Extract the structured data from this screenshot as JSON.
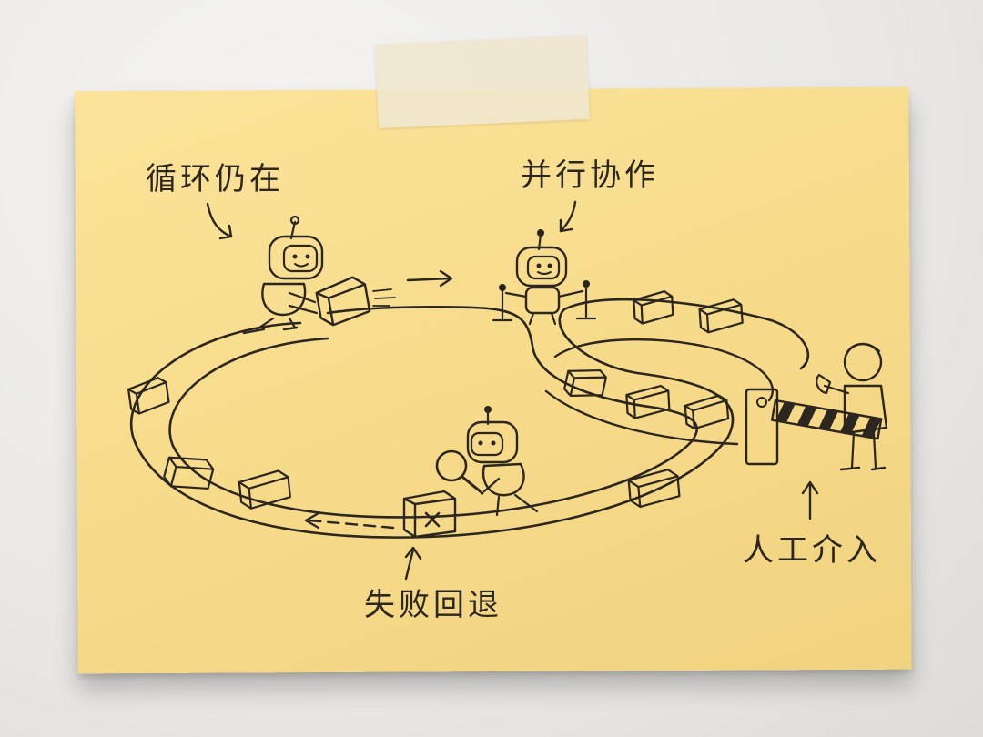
{
  "labels": {
    "loop_persists": "循环仍在",
    "parallel_collab": "并行协作",
    "human_intervention": "人工介入",
    "failure_rollback": "失败回退"
  },
  "colors": {
    "note": "#f7dc8c",
    "ink": "#2b261f",
    "wall": "#ecebe8",
    "tape": "#efe6ce"
  }
}
